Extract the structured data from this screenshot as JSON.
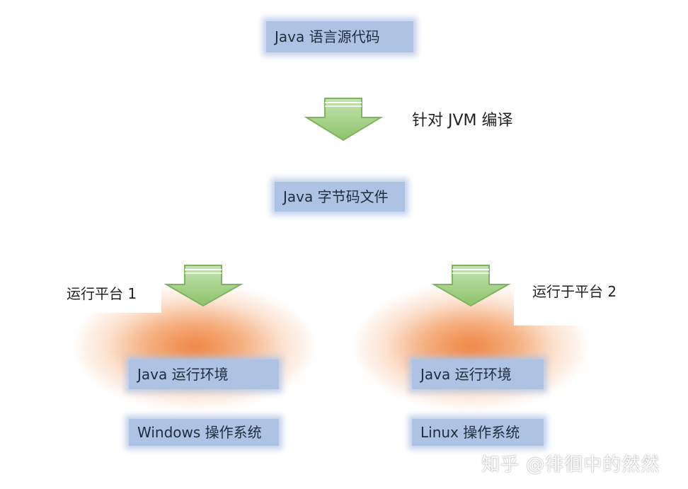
{
  "diagram": {
    "source_code": "Java 语言源代码",
    "compile_label": "针对 JVM 编译",
    "bytecode": "Java 字节码文件",
    "platform1": {
      "run_label": "运行平台 1",
      "runtime": "Java 运行环境",
      "os": "Windows 操作系统"
    },
    "platform2": {
      "run_label": "运行于平台 2",
      "runtime": "Java 运行环境",
      "os": "Linux 操作系统"
    }
  },
  "watermark": "知乎 @徘徊中的然然",
  "colors": {
    "box": "#aec3e4",
    "arrow_fill": "#a7d28a",
    "arrow_stroke": "#7fb45e",
    "glow": "#ee7e38"
  }
}
